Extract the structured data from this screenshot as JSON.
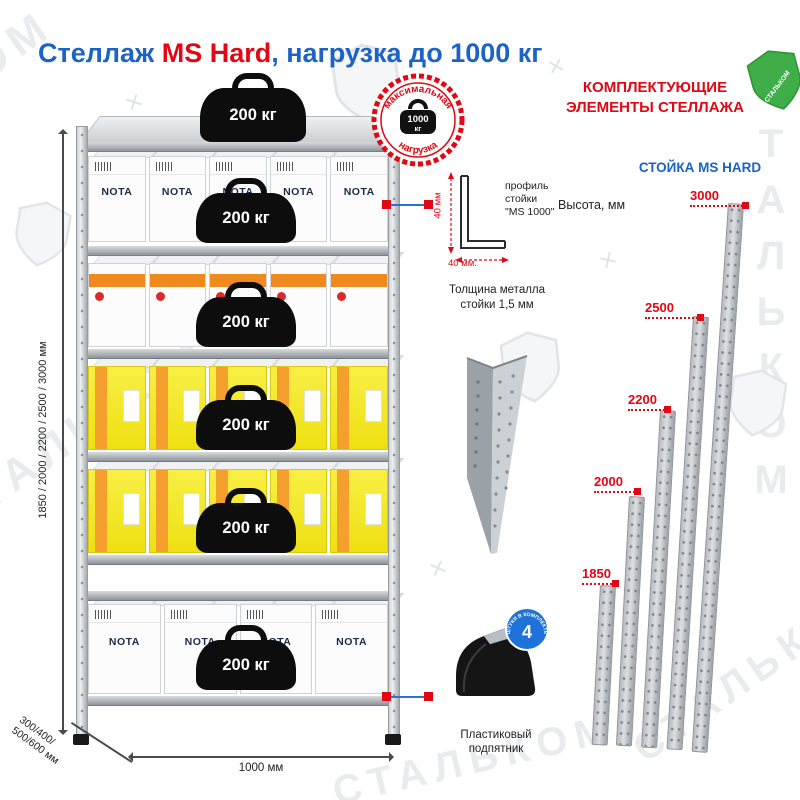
{
  "brand": {
    "watermark": "СТАЛЬКОМ"
  },
  "title": {
    "part1": "Стеллаж ",
    "brand": "MS Hard",
    "part2": ", нагрузка до 1000 кг"
  },
  "rack": {
    "shelf_load": "200 кг",
    "box_brand": "NOTA",
    "badge": {
      "top": "максимальная",
      "bottom": "нагрузка",
      "value_num": "1000",
      "value_unit": "кг"
    },
    "dims": {
      "height": "1850 / 2000 / 2200 / 2500 / 3000 мм",
      "width": "1000 мм",
      "depth_line1": "300/400/",
      "depth_line2": "500/600 мм"
    }
  },
  "profile": {
    "dim_v": "40 мм",
    "dim_h": "40 мм.",
    "label_line1": "профиль",
    "label_line2": "стойки",
    "label_line3": "\"MS 1000\"",
    "thickness_line1": "Толщина металла",
    "thickness_line2": "стойки 1,5 мм"
  },
  "foot": {
    "badge_count": "4",
    "badge_ring_text": "ШТУКИ В КОМПЛЕКТЕ",
    "label_line1": "Пластиковый",
    "label_line2": "подпятник"
  },
  "components": {
    "header_line1": "КОМПЛЕКТУЮЩИЕ",
    "header_line2": "ЭЛЕМЕНТЫ СТЕЛЛАЖА",
    "subheader": "СТОЙКА MS HARD",
    "height_label": "Высота, мм",
    "posts": [
      {
        "height": "1850"
      },
      {
        "height": "2000"
      },
      {
        "height": "2200"
      },
      {
        "height": "2500"
      },
      {
        "height": "3000"
      }
    ]
  }
}
